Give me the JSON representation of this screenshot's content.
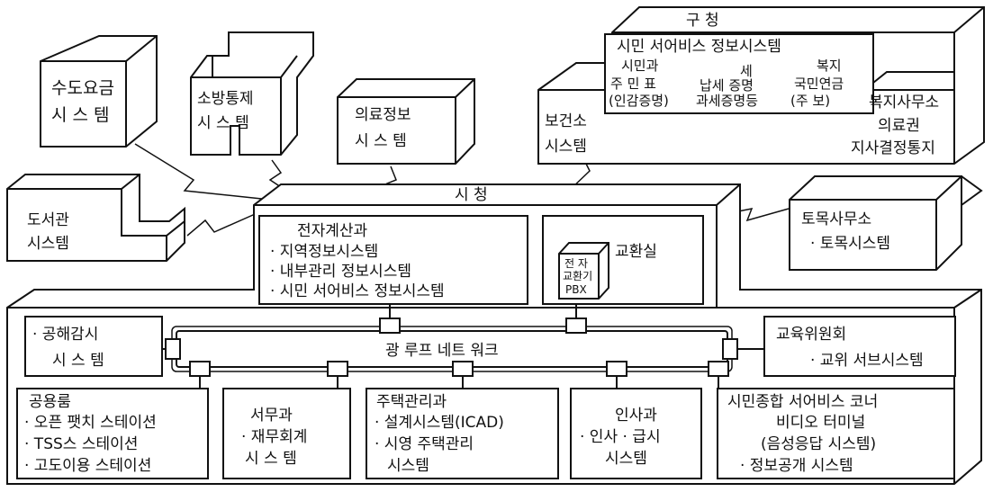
{
  "systems": {
    "water": {
      "line1": "수도요금",
      "line2": "시 스 템"
    },
    "fire": {
      "line1": "소방통제",
      "line2": "시 스 템"
    },
    "medical": {
      "line1": "의료정보",
      "line2": "시 스 템"
    },
    "library": {
      "line1": "도서관",
      "line2": "시스템"
    },
    "civil": {
      "line1": "토목사무소",
      "line2": "· 토목시스템"
    }
  },
  "district": {
    "title": "구     청",
    "service": "시민 서어비스 정보시스템",
    "col1": [
      "시민과",
      "주 민 표",
      "(인감증명)"
    ],
    "col2": [
      "세",
      "납세 증명",
      "과세증명등"
    ],
    "col3": [
      "복지",
      "국민연금",
      "(주      보)"
    ],
    "health_center": [
      "보건소",
      "시스템"
    ],
    "welfare_office": "복지사무소",
    "medical_right": "의료권",
    "branch": "지사결정통지"
  },
  "city_hall": {
    "title": "시     청",
    "computing": {
      "title": "전자계산과",
      "items": [
        "· 지역정보시스템",
        "· 내부관리 정보시스템",
        "· 시민 서어비스 정보시스템"
      ]
    },
    "exchange": {
      "label": "교환실",
      "device_lines": [
        "전 자",
        "교환기",
        "PBX"
      ]
    }
  },
  "network": {
    "label": "광 루프 네트 워크"
  },
  "pollution": {
    "line1": "· 공해감시",
    "line2": "시 스 템"
  },
  "education": {
    "line1": "교육위원회",
    "line2": "· 교위 서브시스템"
  },
  "depts": {
    "common": {
      "title": "공용룸",
      "items": [
        "· 오픈 팻치 스테이션",
        "· TSS스 스테이션",
        "· 고도이용 스테이션"
      ]
    },
    "general": {
      "title": "서무과",
      "items": [
        "· 재무회계",
        "시 스 템"
      ]
    },
    "housing": {
      "title": "주택관리과",
      "items": [
        "· 설계시스템(ICAD)",
        "· 시영 주택관리",
        "시스템"
      ]
    },
    "personnel": {
      "title": "인사과",
      "items": [
        "· 인사 · 급시",
        "시스템"
      ]
    },
    "citizen": {
      "title": "시민종합 서어비스 코너",
      "items": [
        "비디오 터미널",
        "(음성응답 시스템)",
        "· 정보공개 시스템"
      ]
    }
  }
}
